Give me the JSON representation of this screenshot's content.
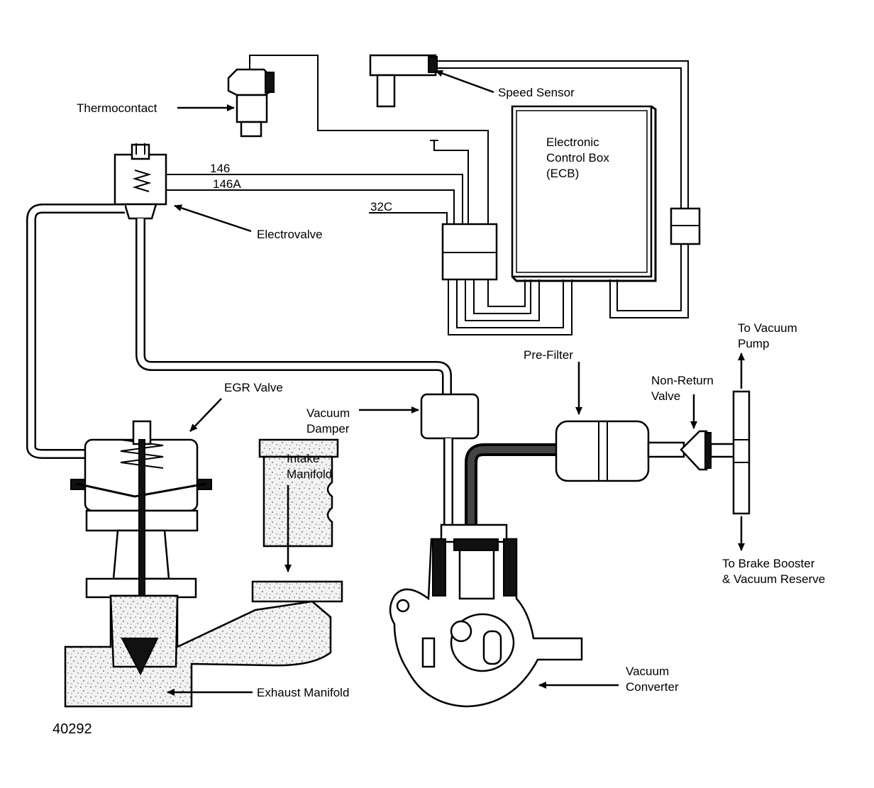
{
  "diagram": {
    "labels": {
      "thermocontact": "Thermocontact",
      "speed_sensor": "Speed Sensor",
      "ecb": [
        "Electronic",
        "Control Box",
        "(ECB)"
      ],
      "electrovalve": "Electrovalve",
      "egr_valve": "EGR Valve",
      "vacuum_damper": [
        "Vacuum",
        "Damper"
      ],
      "intake_manifold": [
        "Intake",
        "Manifold"
      ],
      "exhaust_manifold": "Exhaust Manifold",
      "pre_filter": "Pre-Filter",
      "non_return_valve": [
        "Non-Return",
        "Valve"
      ],
      "to_vacuum_pump": [
        "To Vacuum",
        "Pump"
      ],
      "to_brake_booster": [
        "To Brake Booster",
        "& Vacuum Reserve"
      ],
      "vacuum_converter": [
        "Vacuum",
        "Converter"
      ]
    },
    "wires": {
      "w146": "146",
      "w146a": "146A",
      "w32c": "32C"
    },
    "figure_number": "40292"
  }
}
